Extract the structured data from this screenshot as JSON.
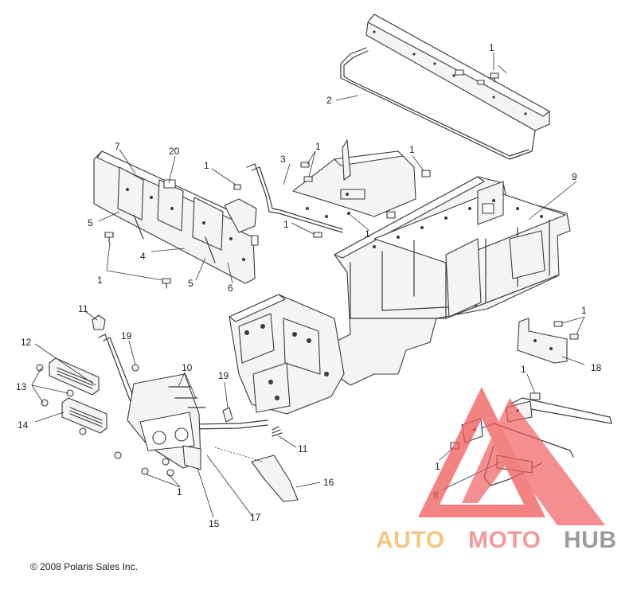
{
  "callouts": {
    "c1_top": "1",
    "c2": "2",
    "c3": "3",
    "c4": "4",
    "c5_a": "5",
    "c5_b": "5",
    "c6": "6",
    "c7": "7",
    "c8": "8",
    "c9": "9",
    "c10": "10",
    "c11_a": "11",
    "c11_b": "11",
    "c12": "12",
    "c13": "13",
    "c14": "14",
    "c15": "15",
    "c16": "16",
    "c17": "17",
    "c18": "18",
    "c19_a": "19",
    "c19_b": "19",
    "c20": "20",
    "c1_mid_a": "1",
    "c1_mid_b": "1",
    "c1_mid_c": "1",
    "c1_mid_d": "1",
    "c1_left_a": "1",
    "c1_left_b": "1",
    "c1_right_a": "1",
    "c1_right_b": "1",
    "c1_right_c": "1",
    "c1_bottom": "1"
  },
  "copyright": "© 2008 Polaris Sales Inc.",
  "watermark": {
    "part1": "AUTO",
    "part2": "MOTO",
    "part3": "HUB",
    "color_auto": "#f2b35a",
    "color_moto": "#f07a7a",
    "color_hub": "#7a7a7a",
    "triangle_color": "#f0595a"
  }
}
